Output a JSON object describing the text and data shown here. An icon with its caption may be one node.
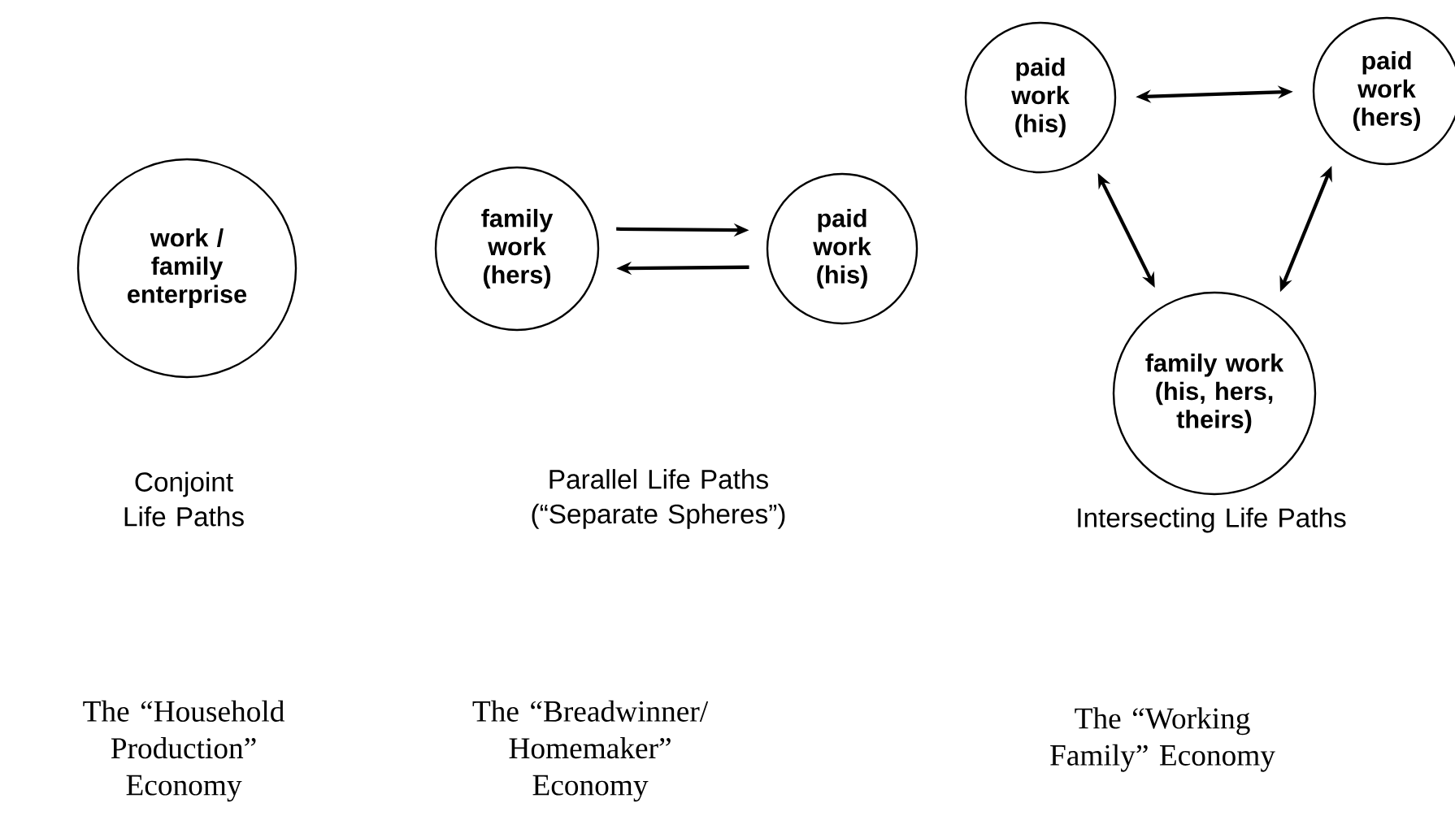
{
  "diagram": {
    "nodes": [
      {
        "text": [
          "work / family enterprise"
        ]
      },
      {
        "text": [
          "family work (hers)"
        ]
      },
      {
        "text": [
          "paid work (his)"
        ]
      },
      {
        "text": [
          "paid work (his)"
        ]
      },
      {
        "text": [
          "paid work (hers)"
        ]
      },
      {
        "text": [
          "family work (his, hers, theirs)"
        ]
      }
    ],
    "edges": [
      {
        "from": 1,
        "to": 2,
        "arrow": "to"
      },
      {
        "from": 2,
        "to": 1,
        "arrow": "to"
      },
      {
        "from": 3,
        "to": 4,
        "arrow": "both"
      },
      {
        "from": 3,
        "to": 5,
        "arrow": "both"
      },
      {
        "from": 4,
        "to": 5,
        "arrow": "both"
      }
    ],
    "labels": [
      "Conjoint Life Paths",
      "Parallel Life Paths (“Separate Spheres”)",
      "Intersecting Life Paths",
      "The “Household Production” Economy",
      "The “Breadwinner/ Homemaker” Economy",
      "The “Working Family” Economy"
    ]
  }
}
